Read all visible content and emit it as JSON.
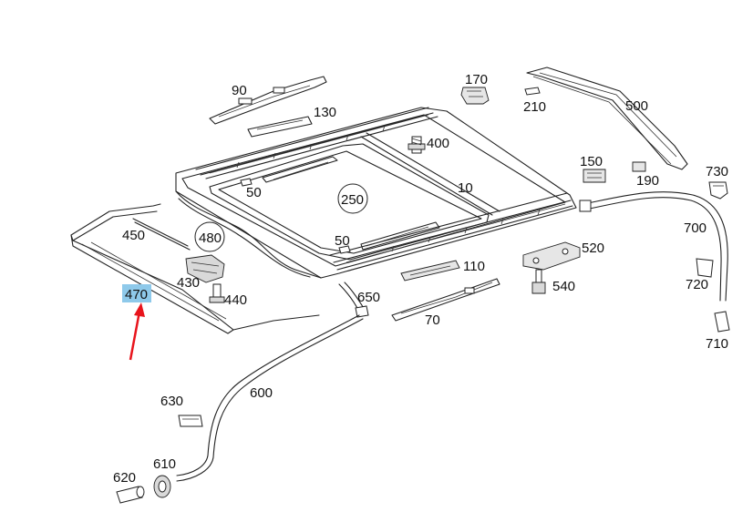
{
  "labels": {
    "p10": "10",
    "p50a": "50",
    "p50b": "50",
    "p70": "70",
    "p90": "90",
    "p110": "110",
    "p130": "130",
    "p150": "150",
    "p170": "170",
    "p190": "190",
    "p210": "210",
    "p250": "250",
    "p400": "400",
    "p430": "430",
    "p440": "440",
    "p450": "450",
    "p470": "470",
    "p480": "480",
    "p500": "500",
    "p520": "520",
    "p540": "540",
    "p600": "600",
    "p610": "610",
    "p620": "620",
    "p630": "630",
    "p650": "650",
    "p700": "700",
    "p710": "710",
    "p720": "720",
    "p730": "730"
  },
  "colors": {
    "highlight": "#8ec9ea",
    "arrow": "#e8141c",
    "line": "#222222"
  }
}
